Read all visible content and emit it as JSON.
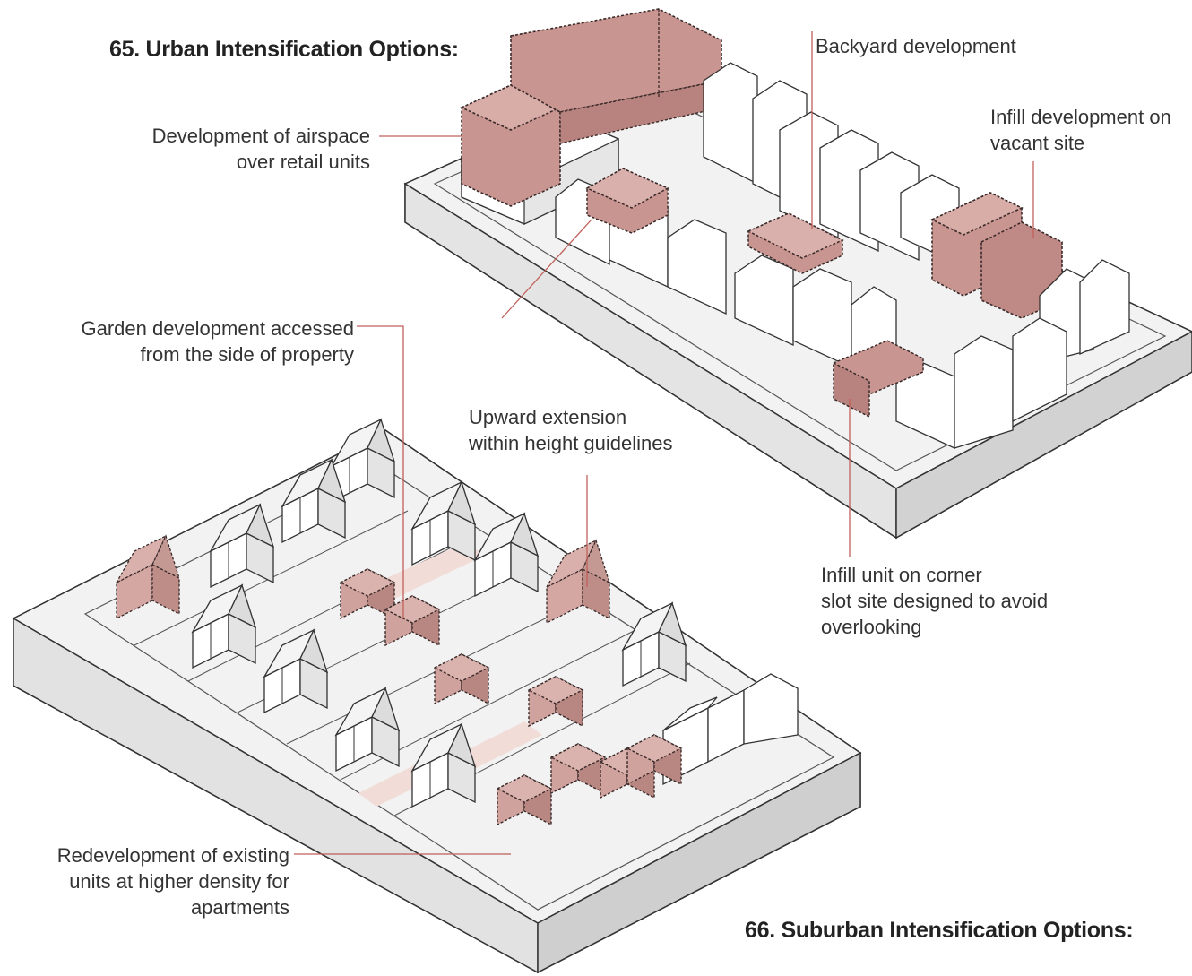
{
  "headings": {
    "urban": "65.  Urban Intensification Options:",
    "suburban": "66.  Suburban Intensification Options:"
  },
  "labels": {
    "airspace": [
      "Development of airspace",
      "over retail units"
    ],
    "backyard": [
      "Backyard development"
    ],
    "infill_vacant": [
      "Infill development on",
      "vacant site"
    ],
    "garden": [
      "Garden development accessed",
      "from the side of property"
    ],
    "upward": [
      "Upward extension",
      "within height guidelines"
    ],
    "corner": [
      "Infill unit on corner",
      "slot site designed to avoid",
      "overlooking"
    ],
    "redevelopment": [
      "Redevelopment of existing",
      "units at higher density for",
      "apartments"
    ]
  },
  "colors": {
    "intensification_fill": "#c99590",
    "intensification_stroke": "#3a2a2a",
    "leader_line": "#c0605a",
    "building_fill": "#ffffff",
    "building_shade": "#e7e7e7",
    "base_fill": "#ececec",
    "outline": "#333333"
  }
}
